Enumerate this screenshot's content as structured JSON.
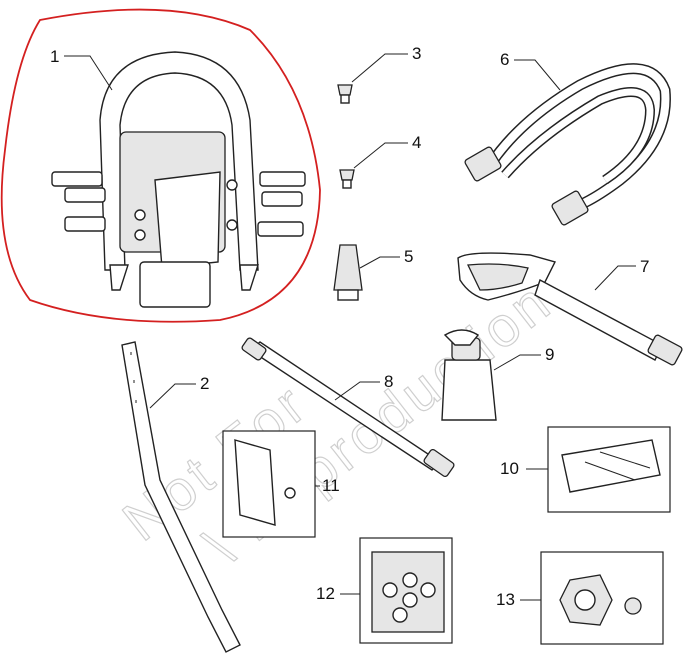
{
  "callouts": {
    "p1": "1",
    "p2": "2",
    "p3": "3",
    "p4": "4",
    "p5": "5",
    "p6": "6",
    "p7": "7",
    "p8": "8",
    "p9": "9",
    "p10": "10",
    "p11": "11",
    "p12": "12",
    "p13": "13"
  },
  "watermark": {
    "line1": "Not For",
    "line2": "\\ Reproduction"
  },
  "colors": {
    "highlight_circle": "#d42020",
    "line_art": "#222222",
    "part_shade": "#e6e6e6",
    "watermark": "#cfcfcf"
  }
}
